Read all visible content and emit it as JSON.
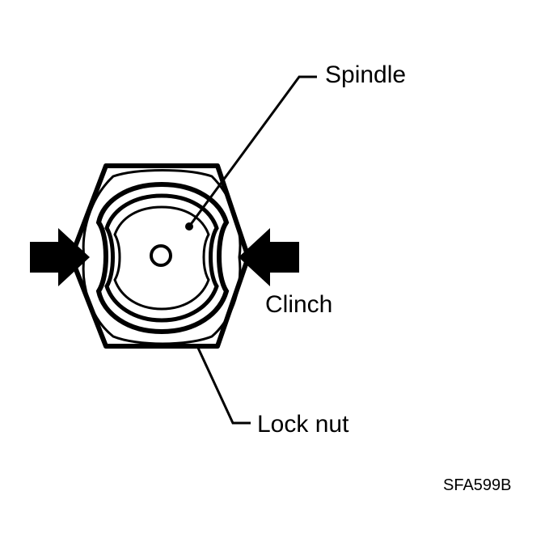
{
  "labels": {
    "spindle": "Spindle",
    "clinch": "Clinch",
    "lock_nut": "Lock nut"
  },
  "figure_code": "SFA599B",
  "colors": {
    "ink": "#000000",
    "paper": "#ffffff"
  }
}
